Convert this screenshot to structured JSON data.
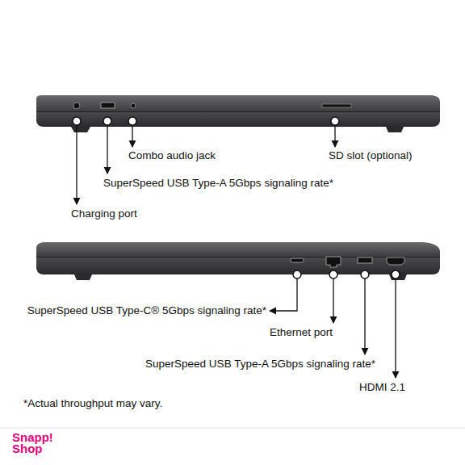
{
  "diagram": {
    "labels": [
      "Combo audio jack",
      "SD slot (optional)",
      "SuperSpeed USB Type-A 5Gbps signaling rate*",
      "Charging port",
      "SuperSpeed USB Type-C® 5Gbps signaling rate*",
      "Ethernet port",
      "SuperSpeed USB Type-A 5Gbps signaling rate*",
      "HDMI 2.1",
      "*Actual throughput may vary.",
      "Snapp! Shop"
    ]
  }
}
